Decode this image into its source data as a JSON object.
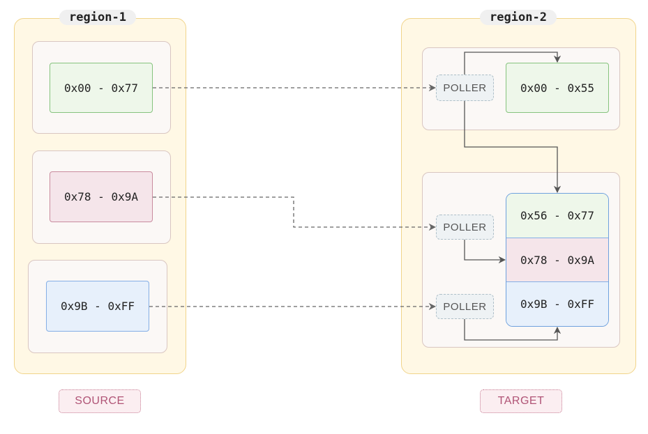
{
  "source_region": {
    "title": "region-1",
    "ranges": [
      "0x00 - 0x77",
      "0x78 - 0x9A",
      "0x9B - 0xFF"
    ],
    "label": "SOURCE"
  },
  "target_region": {
    "title": "region-2",
    "top_range": "0x00 - 0x55",
    "stack_ranges": [
      "0x56 - 0x77",
      "0x78 - 0x9A",
      "0x9B - 0xFF"
    ],
    "pollers": [
      "POLLER",
      "POLLER",
      "POLLER"
    ],
    "label": "TARGET"
  }
}
